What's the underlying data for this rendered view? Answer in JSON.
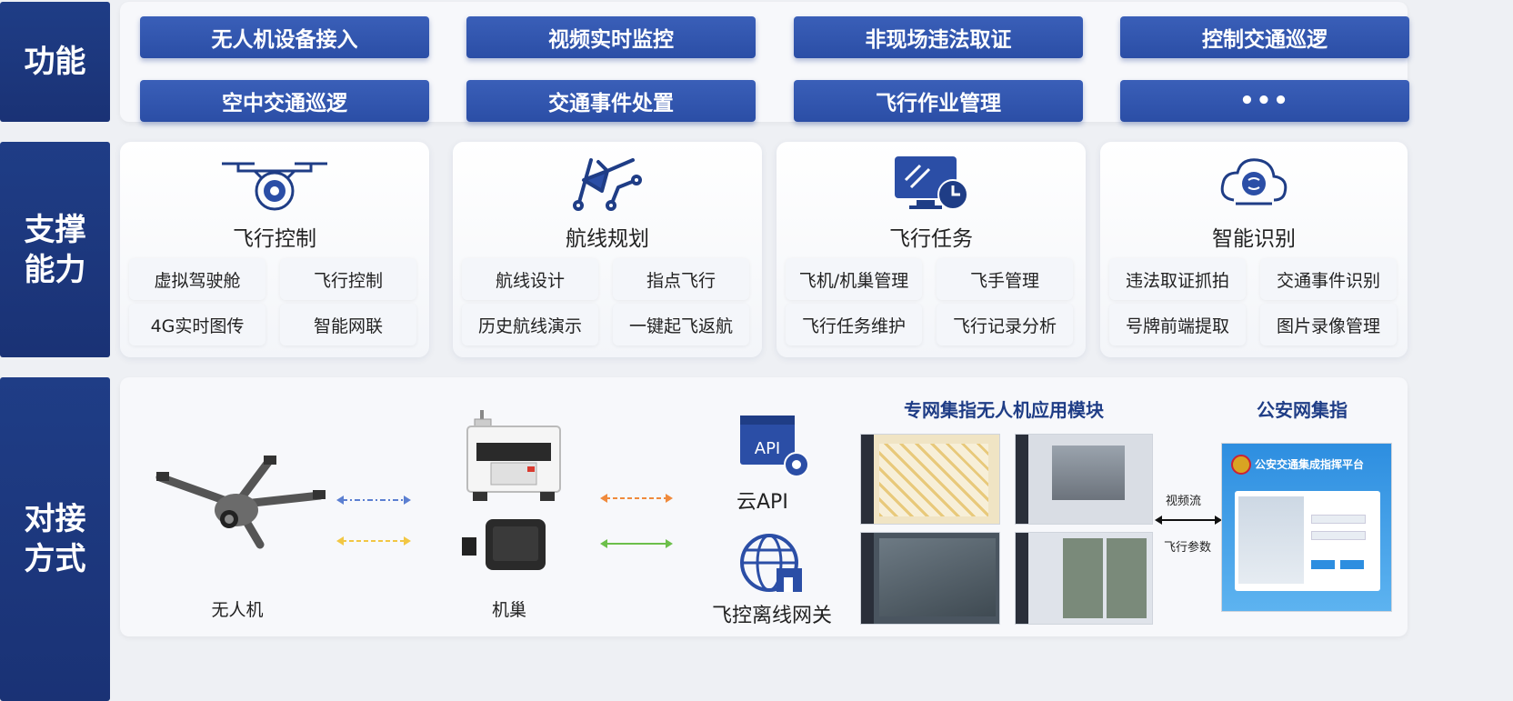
{
  "rows": {
    "function_label": "功能",
    "support_label": "支撑能力",
    "dock_label": "对接方式"
  },
  "functions": [
    "无人机设备接入",
    "视频实时监控",
    "非现场违法取证",
    "控制交通巡逻",
    "空中交通巡逻",
    "交通事件处置",
    "飞行作业管理",
    "•••"
  ],
  "cards": [
    {
      "title": "飞行控制",
      "icon": "drone-icon",
      "items": [
        "虚拟驾驶舱",
        "飞行控制",
        "4G实时图传",
        "智能网联"
      ]
    },
    {
      "title": "航线规划",
      "icon": "route-plane-icon",
      "items": [
        "航线设计",
        "指点飞行",
        "历史航线演示",
        "一键起飞返航"
      ]
    },
    {
      "title": "飞行任务",
      "icon": "monitor-clock-icon",
      "items": [
        "飞机/机巢管理",
        "飞手管理",
        "飞行任务维护",
        "飞行记录分析"
      ]
    },
    {
      "title": "智能识别",
      "icon": "brain-cloud-icon",
      "items": [
        "违法取证抓拍",
        "交通事件识别",
        "号牌前端提取",
        "图片录像管理"
      ]
    }
  ],
  "docking": {
    "drone_label": "无人机",
    "nest_label": "机巢",
    "cloud_api_label": "云API",
    "api_icon_text": "API",
    "gateway_label": "飞控离线网关",
    "module_title": "专网集指无人机应用模块",
    "police_title": "公安网集指",
    "video_stream": "视频流",
    "flight_params": "飞行参数",
    "police_screen_title": "公安交通集成指挥平台"
  },
  "colors": {
    "primary": "#2b4ea6",
    "dark_label": "#1f3d86",
    "arrow_blue": "#5b7fd1",
    "arrow_orange": "#f08a3c",
    "arrow_yellow": "#f2c744",
    "arrow_green": "#6cbf4a"
  }
}
